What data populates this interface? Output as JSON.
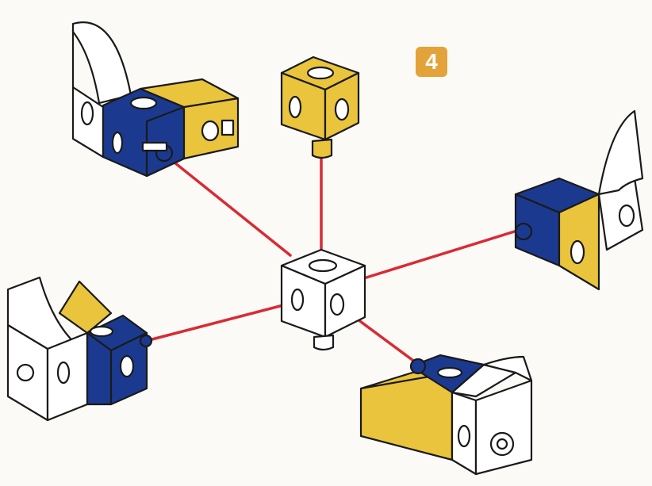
{
  "step": {
    "number": "4"
  },
  "colors": {
    "blue": "#1b3a8f",
    "yellow": "#e9c43c",
    "white": "#ffffff",
    "rod": "#d82b35",
    "badge": "#e3a33a",
    "outline": "#1a1a1a"
  },
  "pieces": [
    {
      "name": "center-hub-cube",
      "colors": [
        "white"
      ]
    },
    {
      "name": "top-yellow-cube",
      "colors": [
        "yellow"
      ]
    },
    {
      "name": "top-left-assembly",
      "colors": [
        "white",
        "blue",
        "yellow"
      ]
    },
    {
      "name": "right-assembly",
      "colors": [
        "blue",
        "yellow",
        "white"
      ]
    },
    {
      "name": "left-assembly",
      "colors": [
        "white",
        "blue",
        "yellow"
      ]
    },
    {
      "name": "bottom-right-assembly",
      "colors": [
        "yellow",
        "blue",
        "white"
      ]
    }
  ]
}
